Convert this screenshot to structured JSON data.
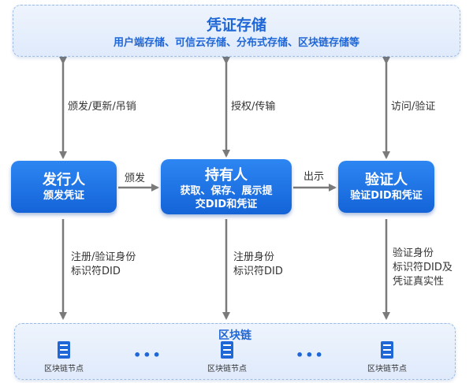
{
  "storage": {
    "title": "凭证存储",
    "subtitle": "用户端存储、可信云存储、分布式存储、区块链存储等"
  },
  "actors": {
    "issuer": {
      "name": "发行人",
      "desc": "颁发凭证"
    },
    "holder": {
      "name": "持有人",
      "desc_line1": "获取、保存、展示提",
      "desc_line2": "交DID和凭证"
    },
    "verifier": {
      "name": "验证人",
      "desc": "验证DID和凭证"
    }
  },
  "labels": {
    "issue_update_revoke": "颁发/更新/吊销",
    "authorize_transmit": "授权/传输",
    "access_verify": "访问/验证",
    "issue": "颁发",
    "present": "出示",
    "issuer_chain_line1": "注册/验证身份",
    "issuer_chain_line2": "标识符DID",
    "holder_chain_line1": "注册身份",
    "holder_chain_line2": "标识符DID",
    "verifier_chain_line1": "验证身份",
    "verifier_chain_line2": "标识符DID及",
    "verifier_chain_line3": "凭证真实性"
  },
  "blockchain": {
    "title": "区块链",
    "dots": "•••",
    "nodes": [
      {
        "label": "区块链节点"
      },
      {
        "label": "区块链节点"
      },
      {
        "label": "区块链节点"
      }
    ]
  },
  "colors": {
    "accent": "#1f66d6",
    "arrow": "#7a7a7a",
    "panel_bg": "#e6eefb"
  }
}
